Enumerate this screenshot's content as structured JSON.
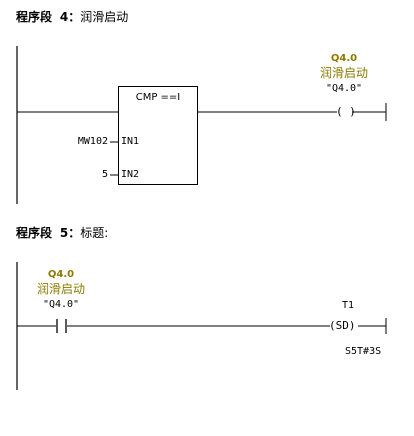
{
  "networks": [
    {
      "label": "程序段",
      "number": "4",
      "separator": "：",
      "comment": "润滑启动",
      "compare_box": {
        "title": "CMP ==I",
        "inputs": [
          {
            "operand": "MW102",
            "pin": "IN1"
          },
          {
            "operand": "5",
            "pin": "IN2"
          }
        ]
      },
      "coil": {
        "address": "Q4.0",
        "symbol": "润滑启动",
        "quoted": "\"Q4.0\"",
        "glyph": "( )"
      }
    },
    {
      "label": "程序段",
      "number": "5",
      "separator": "：",
      "comment": "标题:",
      "contact": {
        "address": "Q4.0",
        "symbol": "润滑启动",
        "quoted": "\"Q4.0\""
      },
      "timer_coil": {
        "name": "T1",
        "glyph": "(SD)",
        "preset": "S5T#3S"
      }
    }
  ]
}
